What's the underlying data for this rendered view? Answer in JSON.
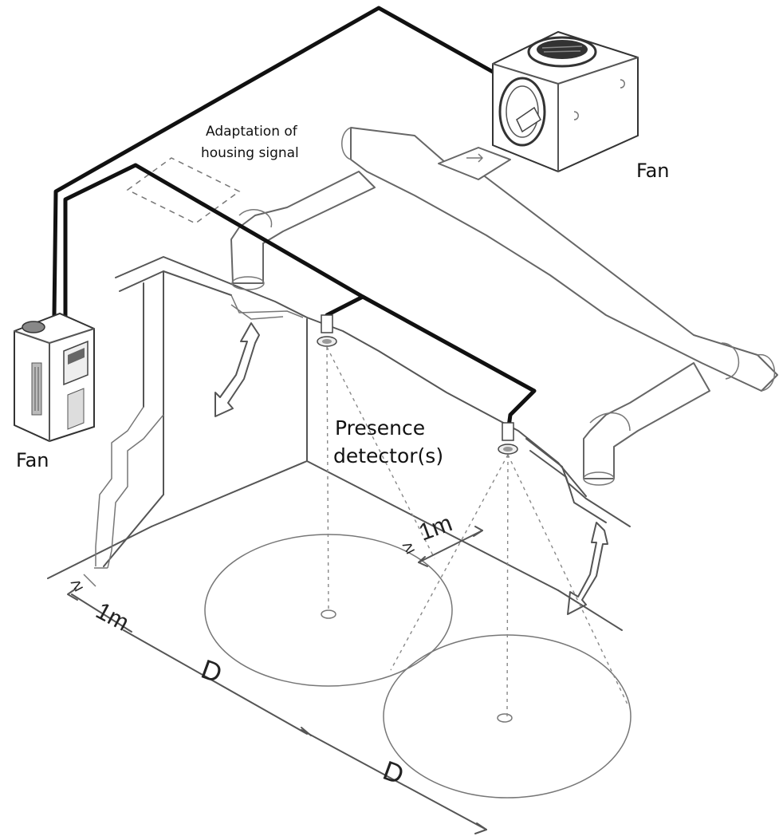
{
  "labels": {
    "fan_top": "Fan",
    "fan_left": "Fan",
    "adaptation_line1": "Adaptation of",
    "adaptation_line2": "housing signal",
    "presence_line1": "Presence",
    "presence_line2": "detector(s)",
    "dim_1m_left": "1m",
    "dim_1m_mid": "1m",
    "dim_D_1": "D",
    "dim_D_2": "D",
    "approx_sign": "≥"
  },
  "icons": {
    "fan_top": "box-fan-icon",
    "fan_left": "frequency-drive-icon",
    "detector": "presence-detector-icon"
  }
}
